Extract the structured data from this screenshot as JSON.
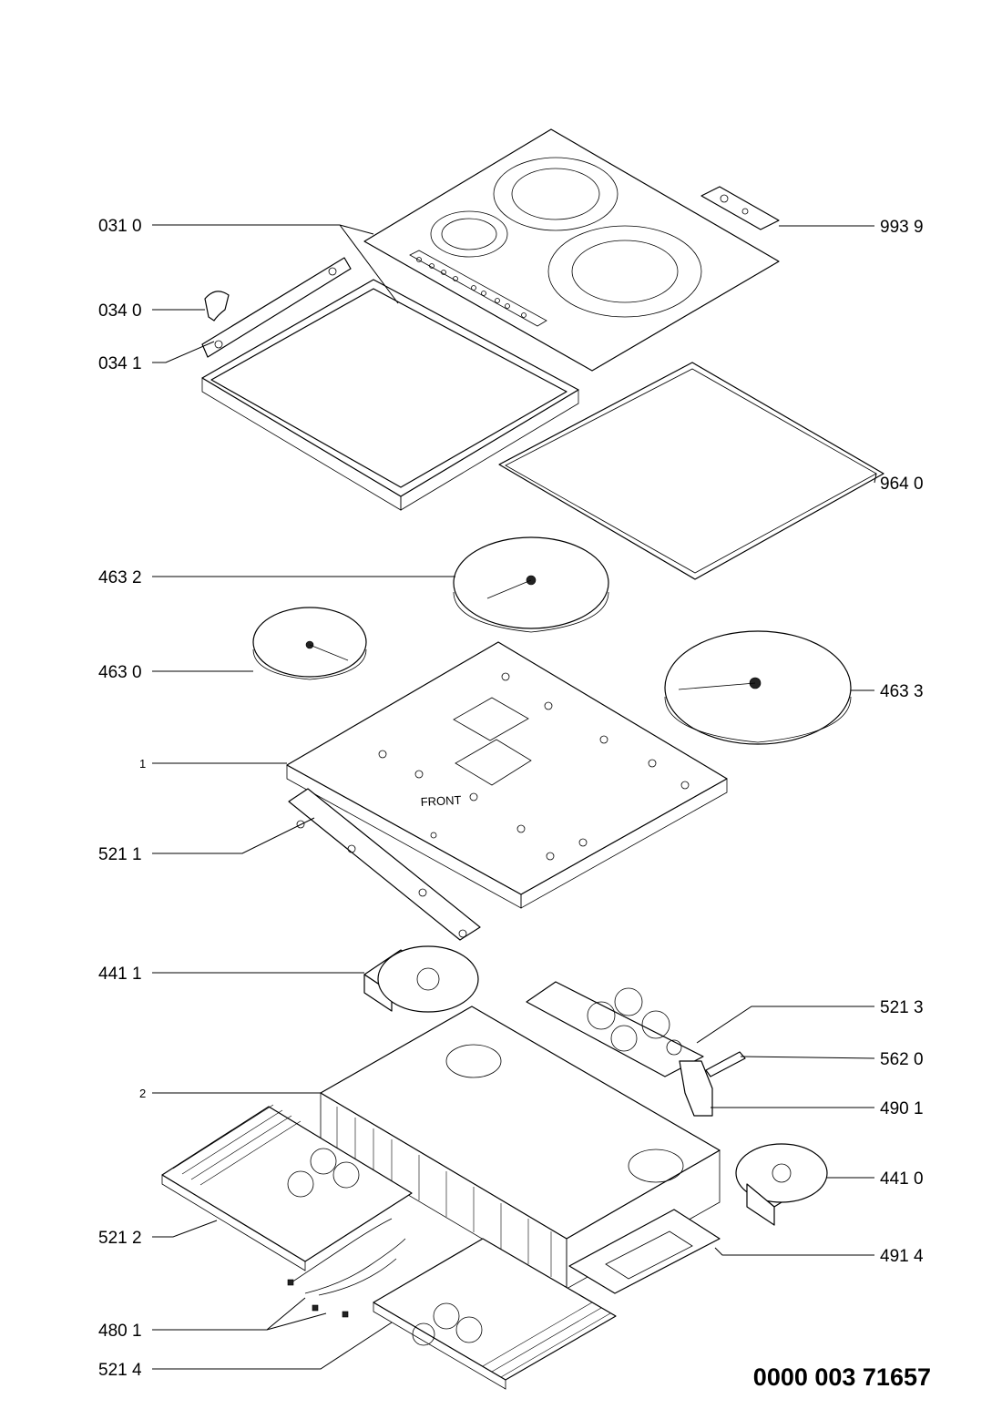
{
  "document_number": "0000 003 71657",
  "callouts": {
    "c031_0": "031 0",
    "c034_0": "034 0",
    "c034_1": "034 1",
    "c993_9": "993 9",
    "c964_0": "964 0",
    "c463_2": "463 2",
    "c463_0": "463 0",
    "c463_3": "463 3",
    "c1": "1",
    "c521_1": "521 1",
    "c441_1": "441 1",
    "c521_3": "521 3",
    "c562_0": "562 0",
    "c2": "2",
    "c490_1": "490 1",
    "c441_0": "441 0",
    "c521_2": "521 2",
    "c491_4": "491 4",
    "c480_1": "480 1",
    "c521_4": "521 4"
  },
  "embossed_text": {
    "front_marking": "FRONT"
  }
}
